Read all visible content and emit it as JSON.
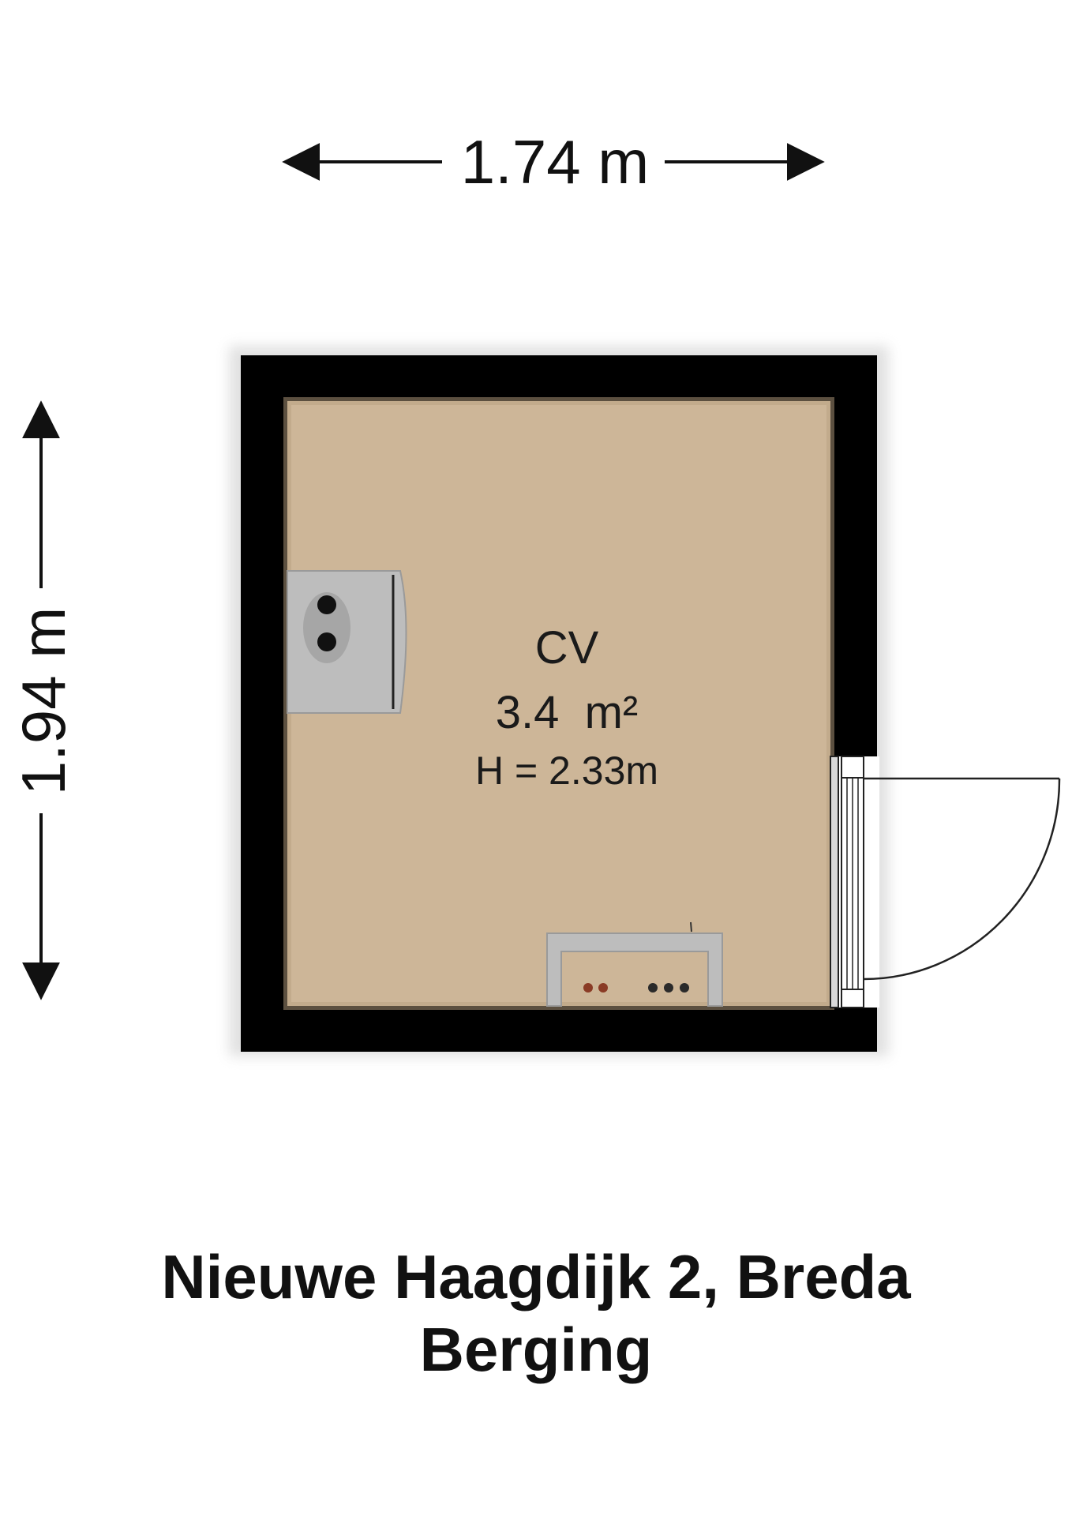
{
  "dimensions": {
    "width_label": "1.74 m",
    "height_label": "1.94 m"
  },
  "room": {
    "name": "CV",
    "area": "3.4  m²",
    "height": "H = 2.33m"
  },
  "footer": {
    "address": "Nieuwe Haagdijk 2, Breda",
    "floor": "Berging"
  },
  "colors": {
    "wall": "#000000",
    "floor": "#cdb698",
    "fixture": "#bdbdbd"
  }
}
